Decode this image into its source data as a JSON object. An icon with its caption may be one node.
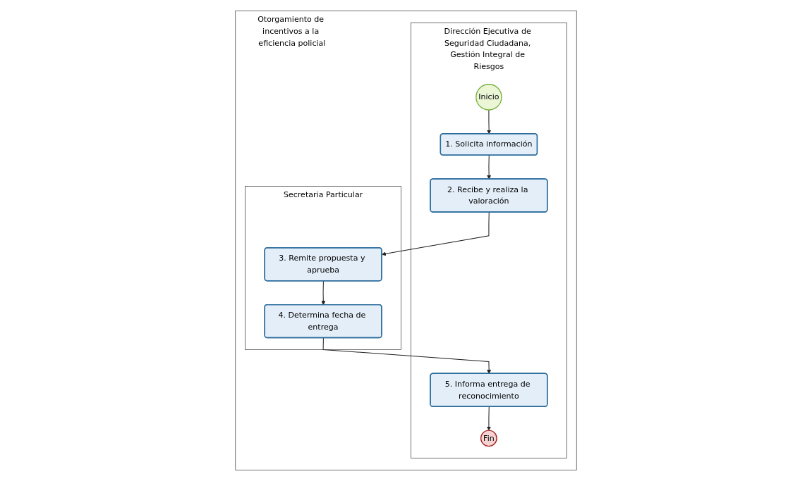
{
  "diagram": {
    "nodes": [
      {
        "text": [
          "Otorgamiento de incentivos a la eficiencia policial"
        ]
      },
      {
        "text": [
          "Dirección Ejecutiva de Seguridad Ciudadana, Gestión Integral de Riesgos"
        ],
        "in": 0
      },
      {
        "text": [
          "Secretaria Particular"
        ],
        "in": 0
      },
      {
        "text": [
          "Inicio"
        ],
        "in": 1
      },
      {
        "text": [
          "1. Solicita información"
        ],
        "in": 1
      },
      {
        "text": [
          "2. Recibe y realiza la valoración"
        ],
        "in": 1
      },
      {
        "text": [
          "5. Informa entrega de reconocimiento"
        ],
        "in": 1
      },
      {
        "text": [
          "Fin"
        ],
        "in": 1
      },
      {
        "text": [
          "3. Remite propuesta y aprueba"
        ],
        "in": 2
      },
      {
        "text": [
          "4. Determina fecha de entrega"
        ],
        "in": 2
      }
    ],
    "edges": [
      {
        "from": 3,
        "to": 4,
        "arrow": "to"
      },
      {
        "from": 4,
        "to": 5,
        "arrow": "to"
      },
      {
        "from": 5,
        "to": 8,
        "arrow": "to"
      },
      {
        "from": 8,
        "to": 9,
        "arrow": "to"
      },
      {
        "from": 9,
        "to": 6,
        "arrow": "to"
      },
      {
        "from": 6,
        "to": 7,
        "arrow": "to"
      }
    ]
  }
}
